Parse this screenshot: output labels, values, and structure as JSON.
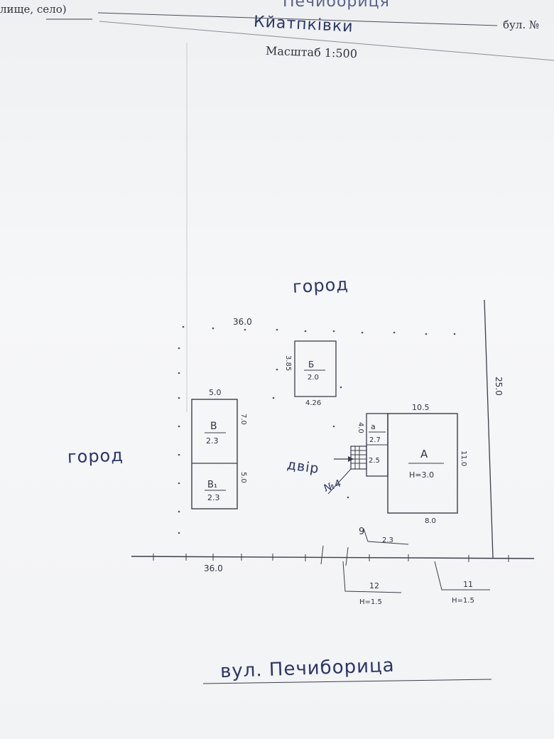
{
  "header": {
    "street_type_label": "лище, село)",
    "building_no_label": "бул. №",
    "village_name_top": "Печибориця",
    "village_name": "Кйатпківки",
    "scale_label": "Масштаб 1:500"
  },
  "plan": {
    "garden_top": "город",
    "garden_left": "город",
    "yard_label": "двір",
    "entry_label": "№4",
    "street_name": "вул. Печиборица",
    "plot_width_top": "36.0",
    "plot_width_bottom": "36.0",
    "side_dimension": "25.0",
    "building_b_small": {
      "letter": "Б",
      "height": "2.0",
      "width_dim": "4.26",
      "depth_dim": "3.85"
    },
    "building_v": {
      "letter": "В",
      "height": "2.3",
      "top_dim": "5.0",
      "side_dim": "7.0"
    },
    "building_v1": {
      "letter": "В₁",
      "height": "2.3",
      "side_dim": "5.0"
    },
    "house_a": {
      "letter": "А",
      "height": "Н=3.0",
      "top_dim": "10.5",
      "side_dim": "11.0",
      "bottom_dim": "8.0"
    },
    "annex_a": {
      "letter": "а",
      "height": "2.7",
      "side_dim": "4.0"
    },
    "porch": {
      "height": "2.5"
    },
    "gate": {
      "label": "9",
      "dim": "2.3"
    },
    "fence_1": {
      "label": "12",
      "height": "Н=1.5"
    },
    "fence_2": {
      "label": "11",
      "height": "Н=1.5"
    }
  }
}
